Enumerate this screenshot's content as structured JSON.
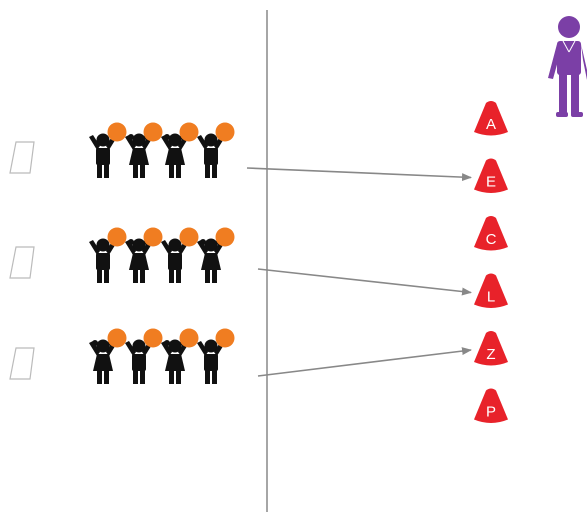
{
  "colors": {
    "kid": "#111111",
    "ball": "#f07d21",
    "cone": "#e8222a",
    "coach": "#7b3fa6",
    "line": "#888888",
    "arrow": "#888888",
    "box": "#bbbbbb"
  },
  "icons": {
    "coach": "coach-person-icon",
    "kid": "child-with-ball-icon",
    "cone": "cone-icon",
    "box": "empty-box-icon"
  },
  "groups": [
    {
      "kids": [
        "boy",
        "girl",
        "girl",
        "boy"
      ]
    },
    {
      "kids": [
        "boy",
        "girl",
        "boy",
        "girl"
      ]
    },
    {
      "kids": [
        "girl",
        "boy",
        "girl",
        "boy"
      ]
    }
  ],
  "cones": [
    {
      "label": "A"
    },
    {
      "label": "E"
    },
    {
      "label": "C"
    },
    {
      "label": "L"
    },
    {
      "label": "Z"
    },
    {
      "label": "P"
    }
  ],
  "arrows": [
    {
      "from_group": 0,
      "to_cone": 1
    },
    {
      "from_group": 1,
      "to_cone": 3
    },
    {
      "from_group": 2,
      "to_cone": 4
    }
  ]
}
